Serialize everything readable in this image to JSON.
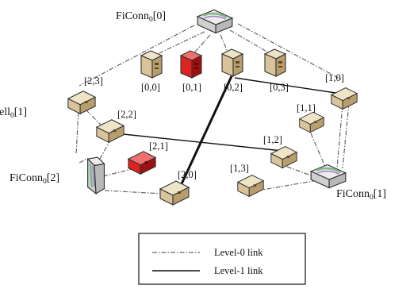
{
  "figure": {
    "fiConns": [
      {
        "id": "fc0",
        "prefix": "FiConn",
        "sub": "0",
        "suffix": "[0]"
      },
      {
        "id": "fc1",
        "prefix": "FiConn",
        "sub": "0",
        "suffix": "[1]"
      },
      {
        "id": "fc2",
        "prefix": "FiConn",
        "sub": "0",
        "suffix": "[2]"
      }
    ],
    "cell": {
      "prefix": "ell",
      "sub": "0",
      "suffix": "[1]"
    },
    "servers": [
      {
        "id": "s00",
        "label": "[0,0]",
        "color": "tan"
      },
      {
        "id": "s01",
        "label": "[0,1]",
        "color": "red"
      },
      {
        "id": "s02",
        "label": "[0,2]",
        "color": "tan"
      },
      {
        "id": "s03",
        "label": "[0,3]",
        "color": "tan"
      },
      {
        "id": "s10",
        "label": "[1,0]",
        "color": "tan"
      },
      {
        "id": "s11",
        "label": "[1,1]",
        "color": "tan"
      },
      {
        "id": "s12",
        "label": "[1,2]",
        "color": "tan"
      },
      {
        "id": "s13",
        "label": "[1,3]",
        "color": "tan"
      },
      {
        "id": "s20",
        "label": "[2,0]",
        "color": "tan"
      },
      {
        "id": "s21",
        "label": "[2,1]",
        "color": "red"
      },
      {
        "id": "s22",
        "label": "[2,2]",
        "color": "tan"
      },
      {
        "id": "s23",
        "label": "[2,3]",
        "color": "tan"
      }
    ],
    "legend": {
      "level0": "Level-0 link",
      "level1": "Level-1 link"
    },
    "colors": {
      "tan_light": "#efe3c8",
      "tan_mid": "#d9c49a",
      "tan_dark": "#b89e6c",
      "red_light": "#f07070",
      "red_mid": "#dd2222",
      "red_dark": "#a01010",
      "switch_body": "#d8d8d8",
      "switch_stripe": "#7fb88a",
      "switch_stripe2": "#9b7fc0"
    }
  }
}
